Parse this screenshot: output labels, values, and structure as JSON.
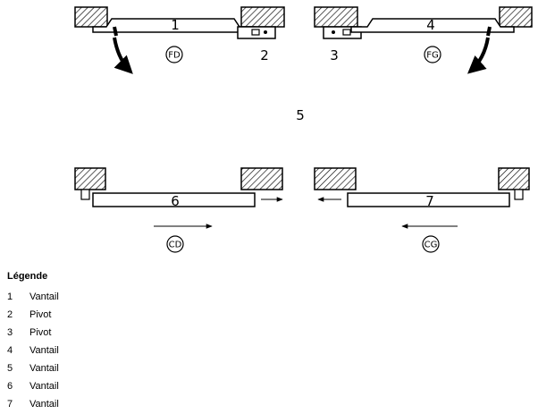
{
  "diagram": {
    "labels": {
      "n1": "1",
      "n2": "2",
      "n3": "3",
      "n4": "4",
      "n5": "5",
      "n6": "6",
      "n7": "7"
    },
    "symbols": {
      "fd": "FD",
      "fg": "FG",
      "cd": "CD",
      "cg": "CG"
    }
  },
  "legend": {
    "title": "Légende",
    "items": [
      {
        "num": "1",
        "text": "Vantail"
      },
      {
        "num": "2",
        "text": "Pivot"
      },
      {
        "num": "3",
        "text": "Pivot"
      },
      {
        "num": "4",
        "text": "Vantail"
      },
      {
        "num": "5",
        "text": "Vantail"
      },
      {
        "num": "6",
        "text": "Vantail"
      },
      {
        "num": "7",
        "text": "Vantail"
      }
    ]
  }
}
